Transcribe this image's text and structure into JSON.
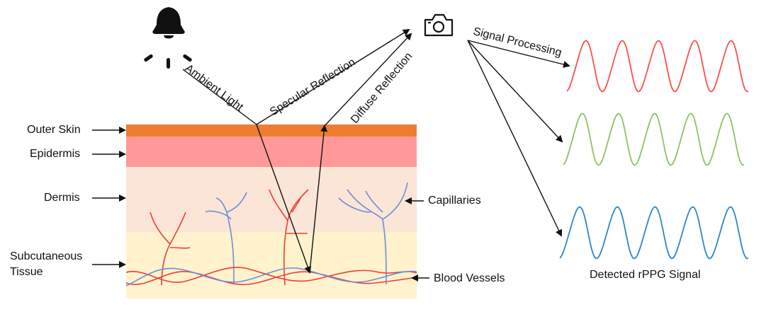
{
  "icons": {
    "light": "light-bulb-icon",
    "camera": "camera-icon"
  },
  "colors": {
    "outer_skin": "#ED7D31",
    "epidermis": "#FF9999",
    "dermis": "#FBE5D6",
    "subcutaneous": "#FFF2CC",
    "red_signal": "#FF4D4D",
    "green_signal": "#8CC461",
    "blue_signal": "#2E86C1",
    "capillary_red": "#E8403A",
    "capillary_blue": "#6B8FD6"
  },
  "layers": {
    "outer_skin": "Outer Skin",
    "epidermis": "Epidermis",
    "dermis": "Dermis",
    "subcutaneous_line1": "Subcutaneous",
    "subcutaneous_line2": "Tissue"
  },
  "labels": {
    "capillaries": "Capillaries",
    "blood_vessels": "Blood Vessels",
    "ambient_light": "Ambient Light",
    "specular_reflection": "Specular Reflection",
    "diffuse_reflection": "Diffuse Reflection",
    "signal_processing": "Signal Processing",
    "detected_signal": "Detected rPPG Signal"
  },
  "signals": [
    {
      "color": "red",
      "peaks": 5
    },
    {
      "color": "green",
      "peaks": 5
    },
    {
      "color": "blue",
      "peaks": 5
    }
  ]
}
